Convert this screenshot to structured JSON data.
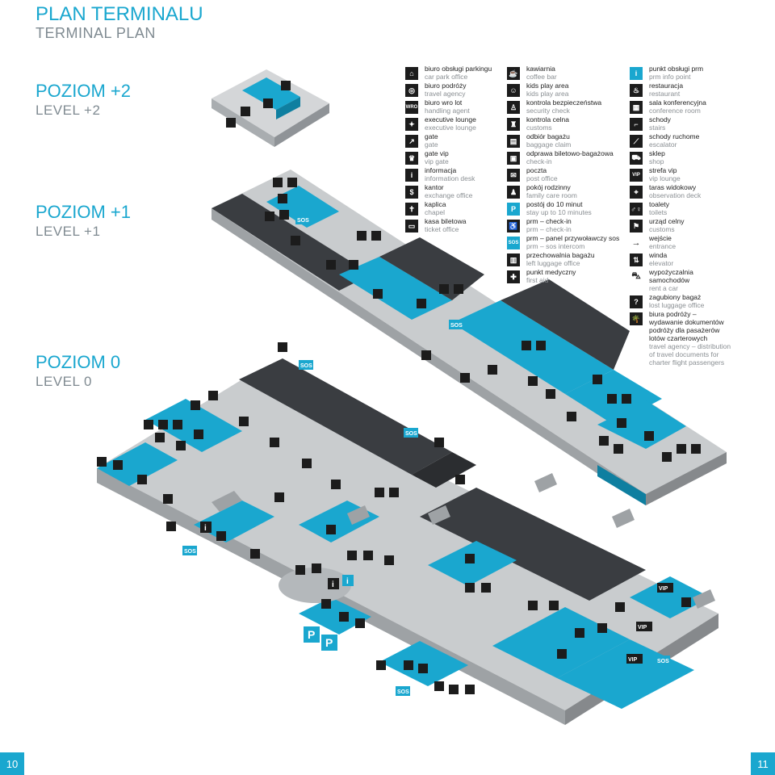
{
  "header": {
    "title_pl": "PLAN TERMINALU",
    "title_en": "TERMINAL PLAN"
  },
  "levels": [
    {
      "pl": "POZIOM +2",
      "en": "LEVEL +2"
    },
    {
      "pl": "POZIOM +1",
      "en": "LEVEL +1"
    },
    {
      "pl": "POZIOM 0",
      "en": "LEVEL 0"
    }
  ],
  "legend": {
    "col1": [
      {
        "icon": "car-park-icon",
        "glyph": "⌂",
        "pl": "biuro obsługi parkingu",
        "en": "car park office"
      },
      {
        "icon": "travel-agency-icon",
        "glyph": "◎",
        "pl": "biuro podróży",
        "en": "travel agency"
      },
      {
        "icon": "handling-agent-icon",
        "glyph": "WRO",
        "pl": "biuro wro lot",
        "en": "handling agent"
      },
      {
        "icon": "executive-lounge-icon",
        "glyph": "✦",
        "pl": "executive lounge",
        "en": "executive lounge"
      },
      {
        "icon": "gate-icon",
        "glyph": "↗",
        "pl": "gate",
        "en": "gate"
      },
      {
        "icon": "vip-gate-icon",
        "glyph": "♛",
        "pl": "gate vip",
        "en": "vip gate"
      },
      {
        "icon": "information-icon",
        "glyph": "i",
        "pl": "informacja",
        "en": "information desk"
      },
      {
        "icon": "exchange-icon",
        "glyph": "$",
        "pl": "kantor",
        "en": "exchange office"
      },
      {
        "icon": "chapel-icon",
        "glyph": "✝",
        "pl": "kaplica",
        "en": "chapel"
      },
      {
        "icon": "ticket-office-icon",
        "glyph": "▭",
        "pl": "kasa biletowa",
        "en": "ticket office"
      }
    ],
    "col2": [
      {
        "icon": "coffee-icon",
        "glyph": "☕",
        "pl": "kawiarnia",
        "en": "coffee bar"
      },
      {
        "icon": "kids-play-icon",
        "glyph": "☺",
        "pl": "kids play area",
        "en": "kids play area"
      },
      {
        "icon": "security-icon",
        "glyph": "♙",
        "pl": "kontrola bezpieczeństwa",
        "en": "security check"
      },
      {
        "icon": "customs-icon",
        "glyph": "♜",
        "pl": "kontrola celna",
        "en": "customs"
      },
      {
        "icon": "baggage-claim-icon",
        "glyph": "▤",
        "pl": "odbiór bagażu",
        "en": "baggage claim"
      },
      {
        "icon": "check-in-icon",
        "glyph": "▣",
        "pl": "odprawa biletowo-bagażowa",
        "en": "check-in"
      },
      {
        "icon": "post-icon",
        "glyph": "✉",
        "pl": "poczta",
        "en": "post office"
      },
      {
        "icon": "family-room-icon",
        "glyph": "♟",
        "pl": "pokój rodzinny",
        "en": "family care room"
      },
      {
        "icon": "parking-icon",
        "glyph": "P",
        "pl": "postój do 10 minut",
        "en": "stay up to 10 minutes",
        "blue": true
      },
      {
        "icon": "prm-checkin-icon",
        "glyph": "♿",
        "pl": "prm – check-in",
        "en": "prm – check-in"
      },
      {
        "icon": "sos-icon",
        "glyph": "SOS",
        "pl": "prm – panel przywoławczy sos",
        "en": "prm – sos intercom",
        "blue": true
      },
      {
        "icon": "left-luggage-icon",
        "glyph": "▥",
        "pl": "przechowalnia bagażu",
        "en": "left luggage office"
      },
      {
        "icon": "first-aid-icon",
        "glyph": "✚",
        "pl": "punkt medyczny",
        "en": "first aid"
      }
    ],
    "col3": [
      {
        "icon": "prm-info-icon",
        "glyph": "i",
        "pl": "punkt obsługi prm",
        "en": "prm info point",
        "blue": true
      },
      {
        "icon": "restaurant-icon",
        "glyph": "♨",
        "pl": "restauracja",
        "en": "restaurant"
      },
      {
        "icon": "conference-icon",
        "glyph": "▦",
        "pl": "sala konferencyjna",
        "en": "conference room"
      },
      {
        "icon": "stairs-icon",
        "glyph": "⌐",
        "pl": "schody",
        "en": "stairs"
      },
      {
        "icon": "escalator-icon",
        "glyph": "⟋",
        "pl": "schody ruchome",
        "en": "escalator"
      },
      {
        "icon": "shop-icon",
        "glyph": "⛟",
        "pl": "sklep",
        "en": "shop"
      },
      {
        "icon": "vip-lounge-icon",
        "glyph": "VIP",
        "pl": "strefa vip",
        "en": "vip lounge"
      },
      {
        "icon": "observation-icon",
        "glyph": "⌖",
        "pl": "taras widokowy",
        "en": "observation deck"
      },
      {
        "icon": "toilets-icon",
        "glyph": "♂♀",
        "pl": "toalety",
        "en": "toilets"
      },
      {
        "icon": "customs-office-icon",
        "glyph": "⚑",
        "pl": "urząd celny",
        "en": "customs"
      },
      {
        "icon": "entrance-icon",
        "glyph": "→",
        "pl": "wejście",
        "en": "entrance",
        "white": true
      },
      {
        "icon": "elevator-icon",
        "glyph": "⇅",
        "pl": "winda",
        "en": "elevator"
      },
      {
        "icon": "car-rental-icon",
        "glyph": "⛍",
        "pl": "wypożyczalnia samochodów",
        "en": "rent a car",
        "white": true
      },
      {
        "icon": "lost-luggage-icon",
        "glyph": "?",
        "pl": "zagubiony bagaż",
        "en": "lost luggage office"
      },
      {
        "icon": "charter-icon",
        "glyph": "🌴",
        "pl": "biura podróży – wydawanie dokumentów podróży dla pasażerów lotów czarterowych",
        "en": "travel agency – distribution of travel documents for charter flight passengers"
      }
    ]
  },
  "map_markers": {
    "sos": "SOS",
    "vip": "VIP",
    "parking": "P",
    "info": "i"
  },
  "pages": {
    "left": "10",
    "right": "11"
  },
  "colors": {
    "accent": "#1aa7cf",
    "dark": "#3a3d41",
    "floor": "#c9ccce",
    "floor_dark": "#a7abae",
    "icon_bg": "#1c1c1c"
  }
}
